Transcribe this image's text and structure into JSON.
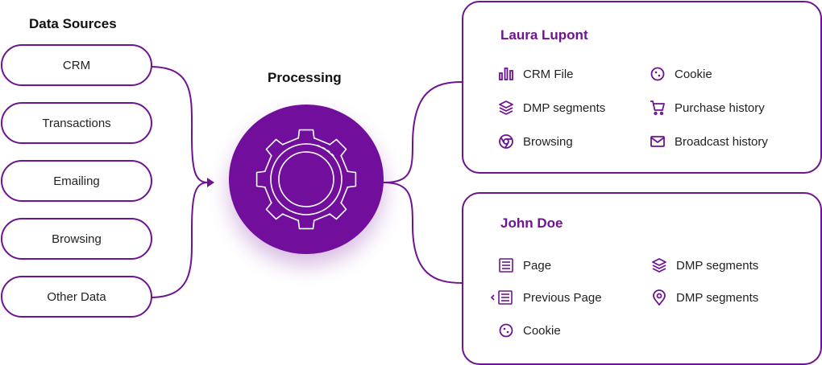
{
  "colors": {
    "accent": "#6e1391",
    "circle": "#720e9c",
    "text": "#222222",
    "background": "#ffffff"
  },
  "data_sources": {
    "title": "Data Sources",
    "items": [
      "CRM",
      "Transactions",
      "Emailing",
      "Browsing",
      "Other Data"
    ]
  },
  "processing": {
    "title": "Processing",
    "icon": "gear-icon"
  },
  "profiles": [
    {
      "name": "Laura Lupont",
      "items": [
        {
          "label": "CRM File",
          "icon": "bar-chart-icon"
        },
        {
          "label": "Cookie",
          "icon": "cookie-icon"
        },
        {
          "label": "DMP segments",
          "icon": "layers-icon"
        },
        {
          "label": "Purchase history",
          "icon": "cart-icon"
        },
        {
          "label": "Browsing",
          "icon": "chrome-icon"
        },
        {
          "label": "Broadcast history",
          "icon": "mail-icon"
        }
      ]
    },
    {
      "name": "John Doe",
      "items": [
        {
          "label": "Page",
          "icon": "page-icon"
        },
        {
          "label": "DMP segments",
          "icon": "layers-icon"
        },
        {
          "label": "Previous Page",
          "icon": "previous-page-icon"
        },
        {
          "label": "DMP segments",
          "icon": "location-pin-icon"
        },
        {
          "label": "Cookie",
          "icon": "cookie-icon"
        }
      ]
    }
  ]
}
